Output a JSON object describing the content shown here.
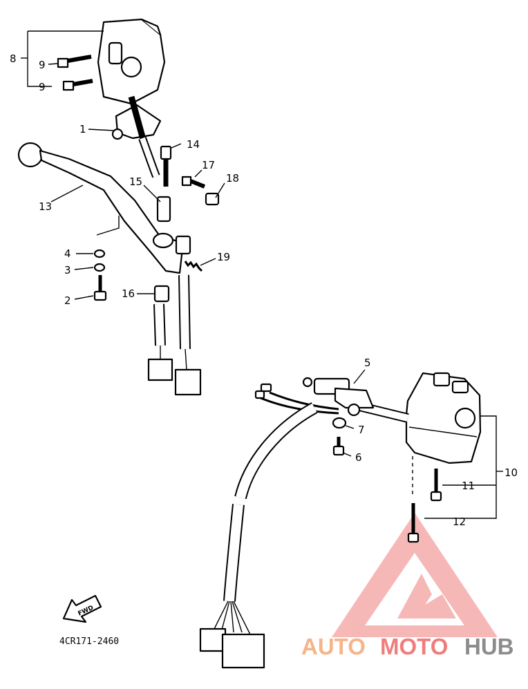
{
  "diagram": {
    "part_numbers": {
      "p1": "1",
      "p2": "2",
      "p3": "3",
      "p4": "4",
      "p5": "5",
      "p6": "6",
      "p7": "7",
      "p8": "8",
      "p9a": "9",
      "p9b": "9",
      "p10": "10",
      "p11": "11",
      "p12": "12",
      "p13": "13",
      "p14": "14",
      "p15": "15",
      "p16": "16",
      "p17": "17",
      "p18": "18",
      "p19": "19"
    },
    "fwd_label": "FWD",
    "catalog_code": "4CR171-2460"
  },
  "watermark": {
    "word_1": "AUTO",
    "word_2": "MOTO",
    "word_3": "HUB",
    "colors": {
      "auto": "#f6b48a",
      "moto": "#f07d7d",
      "hub": "#8c8c8c",
      "logo": "#f4a0a0"
    }
  }
}
